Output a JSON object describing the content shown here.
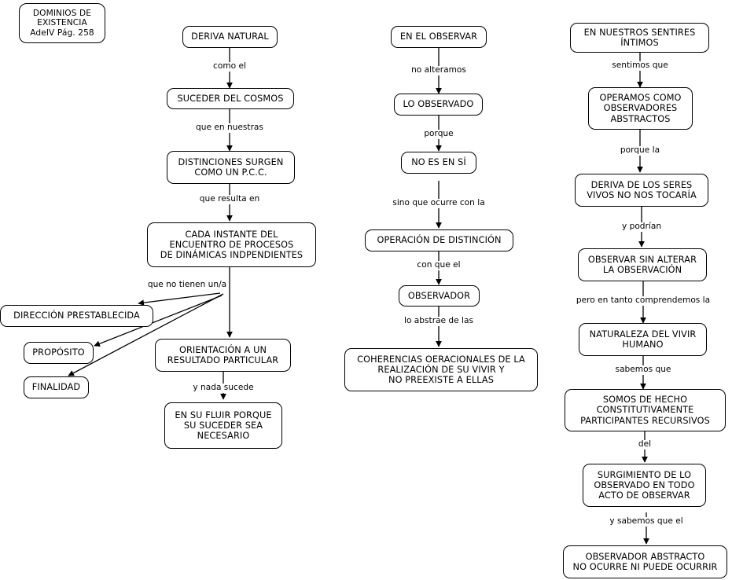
{
  "diagram": {
    "title_box": {
      "text": "DOMINIOS DE\nEXISTENCIA\nAdeIV Pág. 258"
    },
    "columns": [
      {
        "name": "deriva-natural-column",
        "nodes": [
          {
            "id": "deriva-natural",
            "text": "DERIVA NATURAL"
          },
          {
            "id": "suceder-del-cosmos",
            "text": "SUCEDER DEL COSMOS"
          },
          {
            "id": "distinciones-surgen",
            "text": "DISTINCIONES SURGEN\nCOMO UN P.C.C."
          },
          {
            "id": "cada-instante",
            "text": "CADA INSTANTE DEL\nENCUENTRO DE PROCESOS\nDE DINÁMICAS INDPENDIENTES"
          },
          {
            "id": "direccion-prestablecida",
            "text": "DIRECCIÓN PRESTABLECIDA"
          },
          {
            "id": "proposito",
            "text": "PROPÓSITO"
          },
          {
            "id": "finalidad",
            "text": "FINALIDAD"
          },
          {
            "id": "orientacion-resultado",
            "text": "ORIENTACIÓN A UN\nRESULTADO PARTICULAR"
          },
          {
            "id": "en-su-fluir",
            "text": "EN SU FLUIR PORQUE\nSU SUCEDER SEA\nNECESARIO"
          }
        ],
        "labels": [
          {
            "id": "como-el",
            "text": "como el"
          },
          {
            "id": "que-en-nuestras",
            "text": "que en nuestras"
          },
          {
            "id": "que-resulta-en",
            "text": "que resulta en"
          },
          {
            "id": "que-no-tienen-una",
            "text": "que no tienen un/a"
          },
          {
            "id": "y-nada-sucede",
            "text": "y nada sucede"
          }
        ]
      },
      {
        "name": "en-el-observar-column",
        "nodes": [
          {
            "id": "en-el-observar",
            "text": "EN EL OBSERVAR"
          },
          {
            "id": "lo-observado",
            "text": "LO OBSERVADO"
          },
          {
            "id": "no-es-en-si",
            "text": "NO ES EN SÍ"
          },
          {
            "id": "operacion-de-distincion",
            "text": "OPERACIÓN DE DISTINCIÓN"
          },
          {
            "id": "observador",
            "text": "OBSERVADOR"
          },
          {
            "id": "coherencias-oeracionales",
            "text": "COHERENCIAS OERACIONALES DE LA\nREALIZACIÓN DE SU VIVIR Y\nNO PREEXISTE A ELLAS"
          }
        ],
        "labels": [
          {
            "id": "no-alteramos",
            "text": "no alteramos"
          },
          {
            "id": "porque",
            "text": "porque"
          },
          {
            "id": "sino-que-ocurre-con-la",
            "text": "sino que ocurre con la"
          },
          {
            "id": "con-que-el",
            "text": "con que el"
          },
          {
            "id": "lo-abstrae-de-las",
            "text": "lo abstrae de las"
          }
        ]
      },
      {
        "name": "sentires-intimos-column",
        "nodes": [
          {
            "id": "en-nuestros-sentires",
            "text": "EN NUESTROS SENTIRES\nÍNTIMOS"
          },
          {
            "id": "operamos-como-observadores",
            "text": "OPERAMOS COMO\nOBSERVADORES\nABSTRACTOS"
          },
          {
            "id": "deriva-seres-vivos",
            "text": "DERIVA DE LOS SERES\nVIVOS NO NOS TOCARÍA"
          },
          {
            "id": "observar-sin-alterar",
            "text": "OBSERVAR SIN ALTERAR\nLA OBSERVACIÓN"
          },
          {
            "id": "naturaleza-vivir-humano",
            "text": "NATURALEZA DEL VIVIR\nHUMANO"
          },
          {
            "id": "somos-de-hecho",
            "text": "SOMOS DE HECHO\nCONSTITUTIVAMENTE\nPARTICIPANTES RECURSIVOS"
          },
          {
            "id": "surgimiento-observado",
            "text": "SURGIMIENTO DE LO\nOBSERVADO EN TODO\nACTO DE OBSERVAR"
          },
          {
            "id": "observador-abstracto",
            "text": "OBSERVADOR ABSTRACTO\nNO OCURRE NI PUEDE OCURRIR"
          }
        ],
        "labels": [
          {
            "id": "sentimos-que",
            "text": "sentimos que"
          },
          {
            "id": "porque-la",
            "text": "porque la"
          },
          {
            "id": "y-podrian",
            "text": "y podrían"
          },
          {
            "id": "pero-en-tanto",
            "text": "pero en tanto comprendemos la"
          },
          {
            "id": "sabemos-que",
            "text": "sabemos que"
          },
          {
            "id": "del",
            "text": "del"
          },
          {
            "id": "y-sabemos-que-el",
            "text": "y sabemos que el"
          }
        ]
      }
    ]
  },
  "colors": {
    "stroke": "#000000",
    "background": "#ffffff",
    "text": "#000000"
  }
}
